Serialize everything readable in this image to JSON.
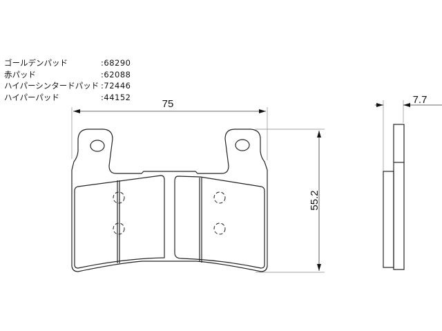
{
  "product_codes": [
    {
      "name": "ゴールデンパッド",
      "code": ":68290"
    },
    {
      "name": "赤パッド",
      "code": ":62088"
    },
    {
      "name": "ハイパーシンタードパッド",
      "code": ":72446"
    },
    {
      "name": "ハイパーパッド",
      "code": ":44152"
    }
  ],
  "dimensions": {
    "width": "75",
    "height": "55.2",
    "thickness": "7.7"
  }
}
